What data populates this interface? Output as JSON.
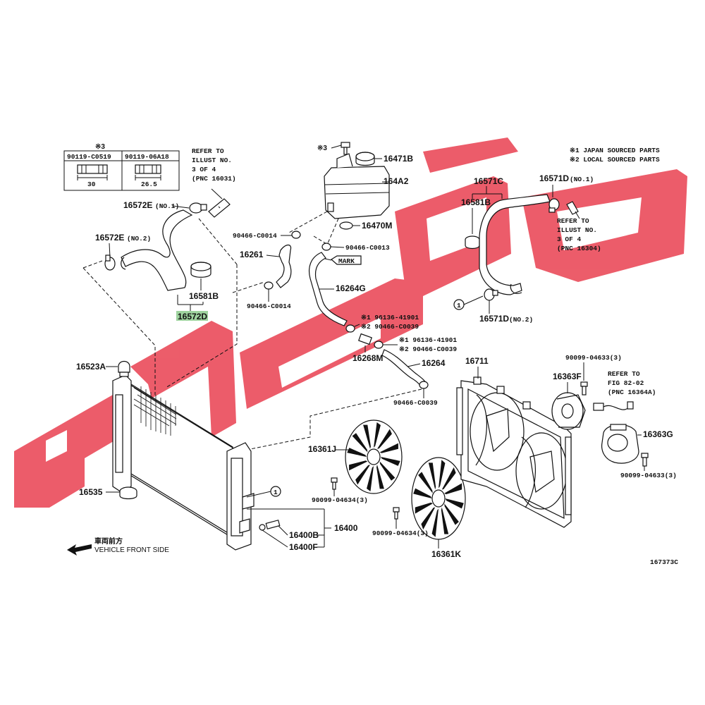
{
  "watermark": {
    "text": "قطع اصلي",
    "color": "#ea4b5a"
  },
  "colors": {
    "highlight": "#9fd39f",
    "line": "#111111"
  },
  "clip_table": {
    "mark": "※3",
    "col1": {
      "part": "90119-C0519",
      "dim": "30"
    },
    "col2": {
      "part": "90119-06A18",
      "dim": "26.5"
    }
  },
  "notes": {
    "japan": "※1 JAPAN SOURCED PARTS",
    "local": "※2 LOCAL SOURCED PARTS"
  },
  "refer_left": [
    "REFER TO",
    "ILLUST NO.",
    "3 OF 4",
    "(PNC 16031)"
  ],
  "refer_right": [
    "REFER TO",
    "ILLUST NO.",
    "3 OF 4",
    "(PNC 16304)"
  ],
  "refer_fig": [
    "REFER TO",
    "FIG 82-02",
    "(PNC 16364A)"
  ],
  "labels": {
    "p16572E1": "16572E",
    "p16572E1_sub": "(NO.1)",
    "p16572E2": "16572E",
    "p16572E2_sub": "(NO.2)",
    "p16581B_left": "16581B",
    "p16572D": "16572D",
    "mark3": "※3",
    "p16471B": "16471B",
    "p164A2": "164A2",
    "p16470M": "16470M",
    "p90466_C0014_a": "90466-C0014",
    "p90466_C0013": "90466-C0013",
    "p16261": "16261",
    "mark": "MARK",
    "p90466_C0014_b": "90466-C0014",
    "p16264G": "16264G",
    "p96136_a": "※1 96136-41901",
    "p90466_C0039_a": "※2 90466-C0039",
    "p96136_b": "※1 96136-41901",
    "p90466_C0039_b": "※2 90466-C0039",
    "p16268M": "16268M",
    "p16264": "16264",
    "p90466_C0039_c": "90466-C0039",
    "p16571C": "16571C",
    "p16581B_right": "16581B",
    "p16571D1": "16571D",
    "p16571D1_sub": "(NO.1)",
    "p16571D2": "16571D",
    "p16571D2_sub": "(NO.2)",
    "circle1": "1",
    "p16523A": "16523A",
    "p16535": "16535",
    "p16711": "16711",
    "p16361J": "16361J",
    "p16361K": "16361K",
    "p90099_04634_a": "90099-04634(3)",
    "p90099_04634_b": "90099-04634(3)",
    "p90099_04633_a": "90099-04633(3)",
    "p90099_04633_b": "90099-04633(3)",
    "p16363F": "16363F",
    "p16363G": "16363G",
    "p16400B": "16400B",
    "p16400F": "16400F",
    "p16400": "16400",
    "front_jp": "車両前方",
    "front_en": "VEHICLE FRONT SIDE",
    "fig_no": "167373C"
  }
}
